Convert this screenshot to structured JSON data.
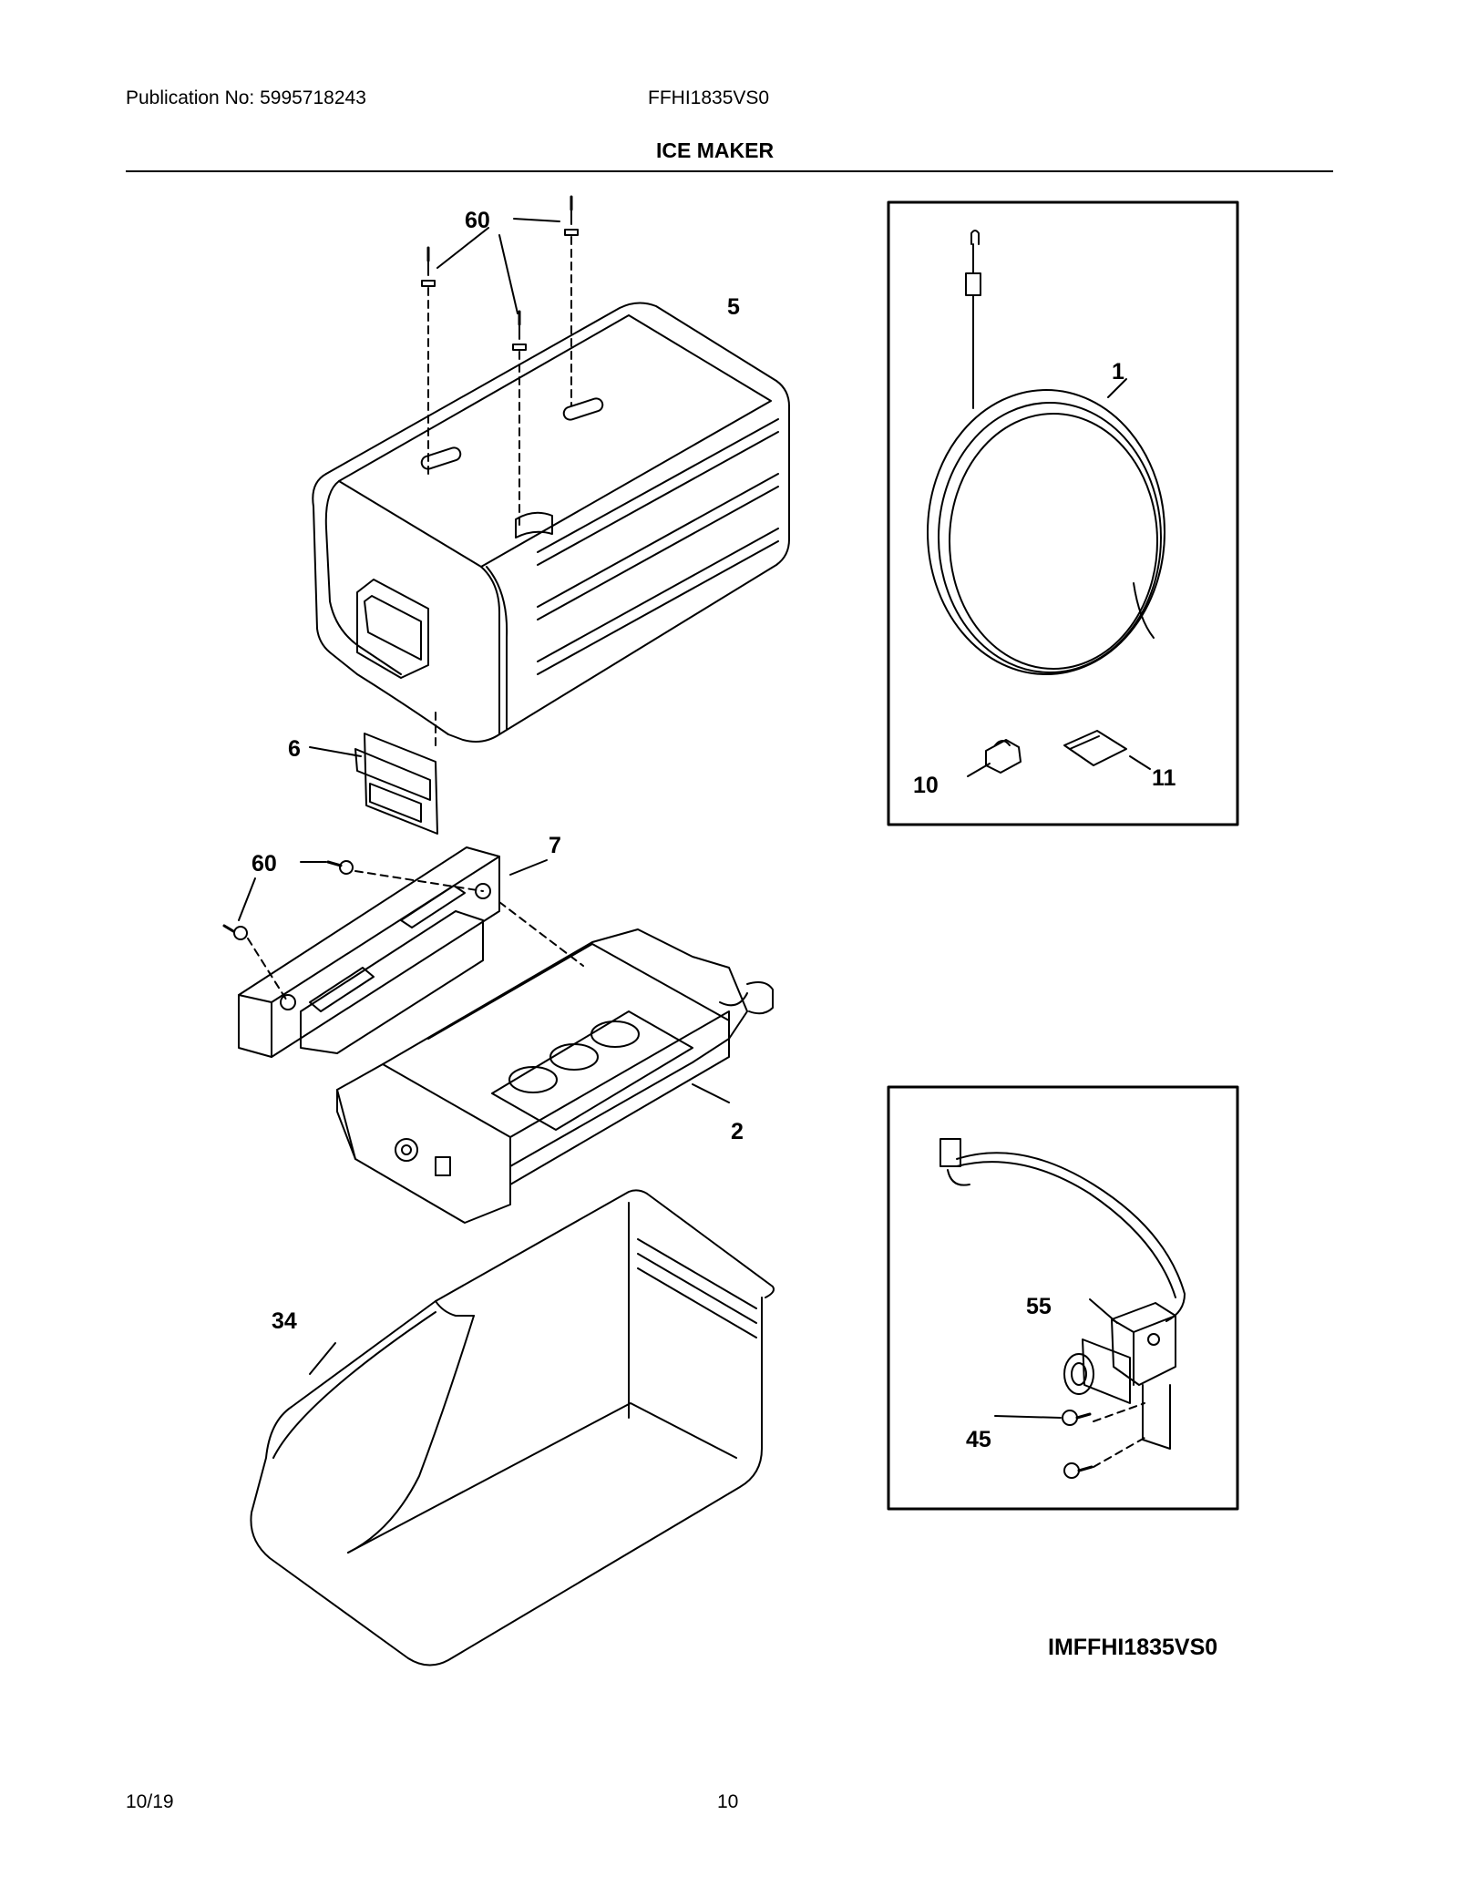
{
  "header": {
    "publication": "Publication No: 5995718243",
    "model": "FFHI1835VS0"
  },
  "section_title": "ICE MAKER",
  "figure_id": "IMFFHI1835VS0",
  "footer": {
    "date": "10/19",
    "page": "10"
  },
  "callouts": {
    "c60a": "60",
    "c5": "5",
    "c1": "1",
    "c6": "6",
    "c10": "10",
    "c11": "11",
    "c60b": "60",
    "c7": "7",
    "c2": "2",
    "c55": "55",
    "c34": "34",
    "c45": "45"
  }
}
